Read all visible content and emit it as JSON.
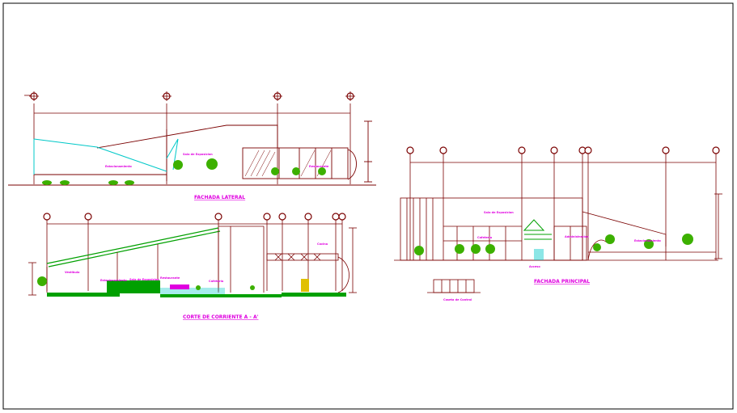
{
  "drawing": {
    "lateral": {
      "title": "FACHADA LATERAL",
      "labels": [
        "Estacionamiento",
        "Sala de Exposicion",
        "Restaurante"
      ]
    },
    "section": {
      "title": "CORTE DE CORRIENTE A - A'",
      "labels": [
        "Vestibulo",
        "Estacionamiento",
        "Sala de Exposicion",
        "Restaurante",
        "Cafeteria",
        "Cocina"
      ]
    },
    "principal": {
      "title": "FACHADA PRINCIPAL",
      "labels": [
        "Sala de Exposicion",
        "Cafeteria",
        "Administracion",
        "Estacionamiento",
        "Acceso"
      ]
    },
    "detail": {
      "caption": "Caseta de Control"
    }
  },
  "colors": {
    "line": "#7a0000",
    "magenta": "#e000e0",
    "cyan": "#00c8c8",
    "green": "#00a000",
    "tree": "#3cb000",
    "frame": "#000000"
  }
}
